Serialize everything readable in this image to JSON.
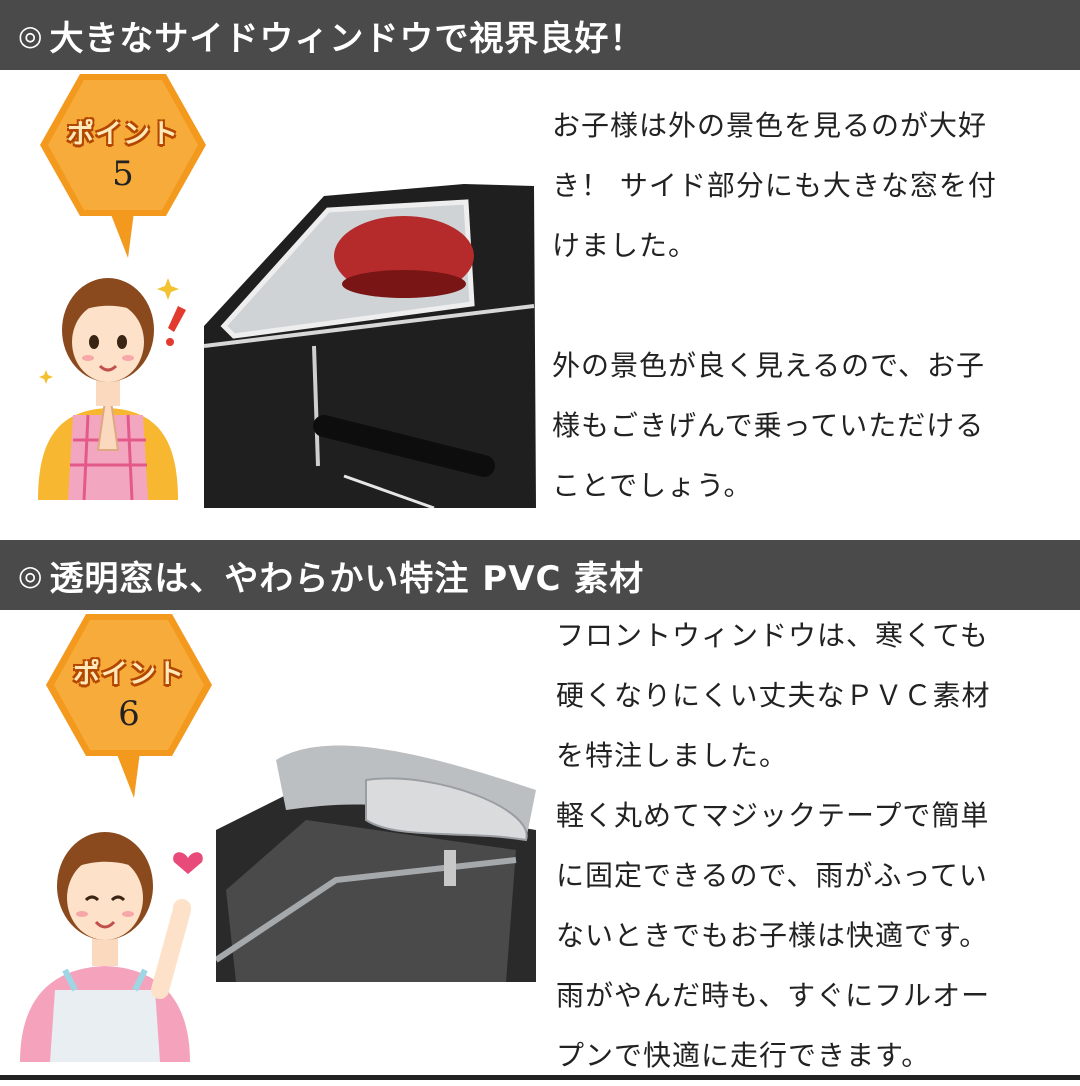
{
  "section1": {
    "heading_mark": "◎",
    "heading": "大きなサイドウィンドウで視界良好！",
    "badge_label": "ポイント",
    "badge_number": "5",
    "paragraph1": [
      "お子様は外の景色を見るのが大好",
      "き！ サイド部分にも大きな窓を付",
      "けました。"
    ],
    "paragraph2": [
      "外の景色が良く見えるので、お子",
      "様もごきげんで乗っていただける",
      "ことでしょう。"
    ]
  },
  "section2": {
    "heading_mark": "◎",
    "heading": "透明窓は、やわらかい特注 PVC 素材",
    "badge_label": "ポイント",
    "badge_number": "6",
    "lines": [
      "フロントウィンドウは、寒くても",
      "硬くなりにくい丈夫なＰＶＣ素材",
      "を特注しました。",
      "軽く丸めてマジックテープで簡単",
      "に固定できるので、雨がふってい",
      "ないときでもお子様は快適です。",
      "雨がやんだ時も、すぐにフルオー",
      "プンで快適に走行できます。"
    ]
  },
  "colors": {
    "banner": "#4a4a4a",
    "badge_orange": "#f39a1e",
    "badge_text": "#ffe9b8"
  },
  "icons": [
    "hexagon-badge-icon",
    "woman-praying-illustration",
    "woman-pointing-illustration",
    "heart-icon",
    "sparkle-icon",
    "exclamation-icon"
  ]
}
